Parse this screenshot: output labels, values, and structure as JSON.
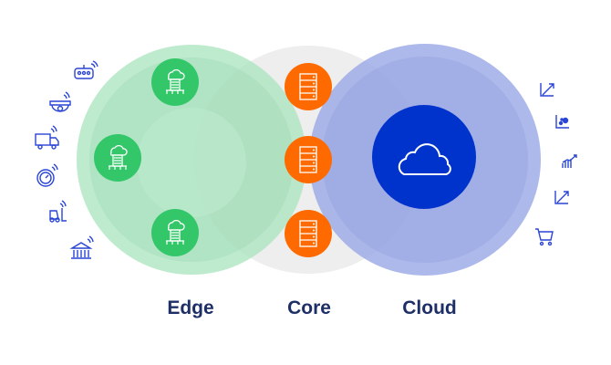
{
  "sections": {
    "edge": {
      "label": "Edge",
      "node_icon": "edge-gateway-icon",
      "color": "#34c76a"
    },
    "core": {
      "label": "Core",
      "node_icon": "server-rack-icon",
      "color": "#ff6a00"
    },
    "cloud": {
      "label": "Cloud",
      "node_icon": "cloud-icon",
      "color": "#0033cc"
    }
  },
  "left_devices": [
    "robot-icon",
    "security-camera-icon",
    "truck-icon",
    "gauge-icon",
    "forklift-icon",
    "bank-icon"
  ],
  "right_analytics": [
    "growth-arrow-icon",
    "scatter-plot-icon",
    "bar-chart-trend-icon",
    "growth-arrow-icon",
    "shopping-cart-icon"
  ],
  "colors": {
    "device_icon": "#2a45d6",
    "label": "#1d2f66"
  }
}
